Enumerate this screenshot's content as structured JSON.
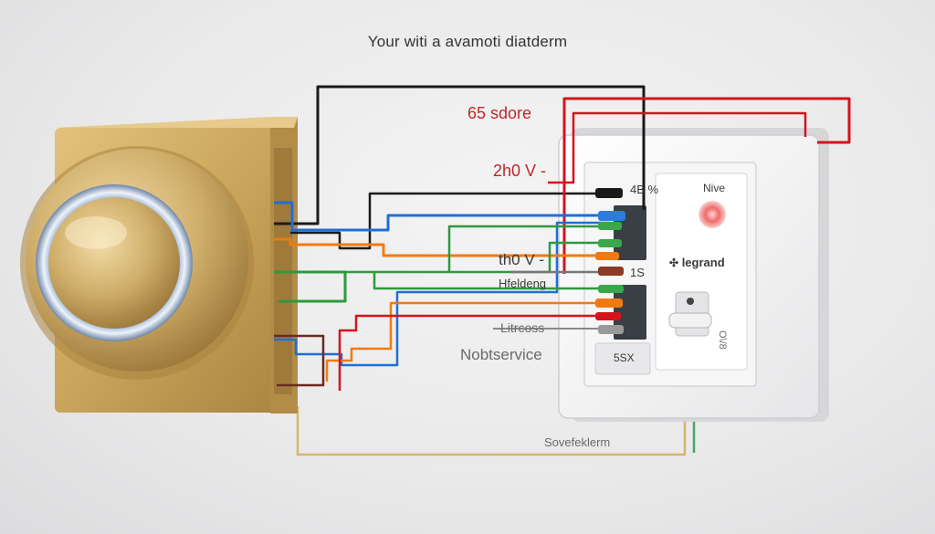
{
  "title": "Your witi a avamoti diatderm",
  "labels": {
    "top_voltage": "65 sdore",
    "mid_voltage": "2h0 V -",
    "lower_voltage": "th0 V -",
    "wire_a": "Hfeldeng",
    "wire_b": "Litrcoss",
    "wire_c": "Nobtservice",
    "bottom": "Sovefeklerm"
  },
  "module": {
    "code_top": "4B %",
    "code_mid": "1S",
    "code_bottom": "5SX",
    "indicator_label": "Nive",
    "brand": "legrand",
    "side_mark": "O\\/8"
  },
  "colors": {
    "brass": "#c9a45a",
    "wire_red": "#d4141c",
    "wire_blue": "#1f6fd6",
    "wire_green": "#2e9a3e",
    "wire_orange": "#f07a12",
    "wire_black": "#1a1a1a",
    "wire_brown": "#6b2a1c",
    "wire_tan": "#d8b46a"
  }
}
